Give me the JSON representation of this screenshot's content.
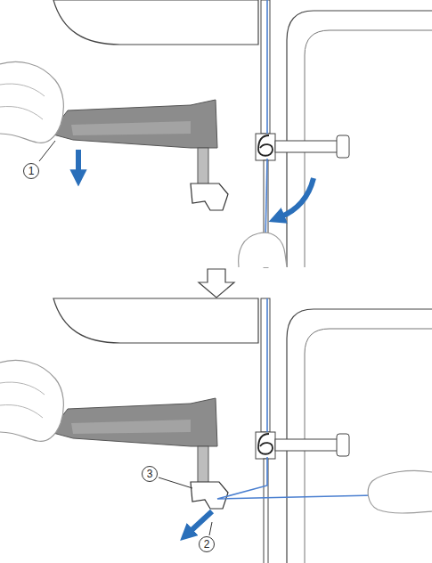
{
  "diagram": {
    "labels": [
      "1",
      "3",
      "2"
    ]
  }
}
